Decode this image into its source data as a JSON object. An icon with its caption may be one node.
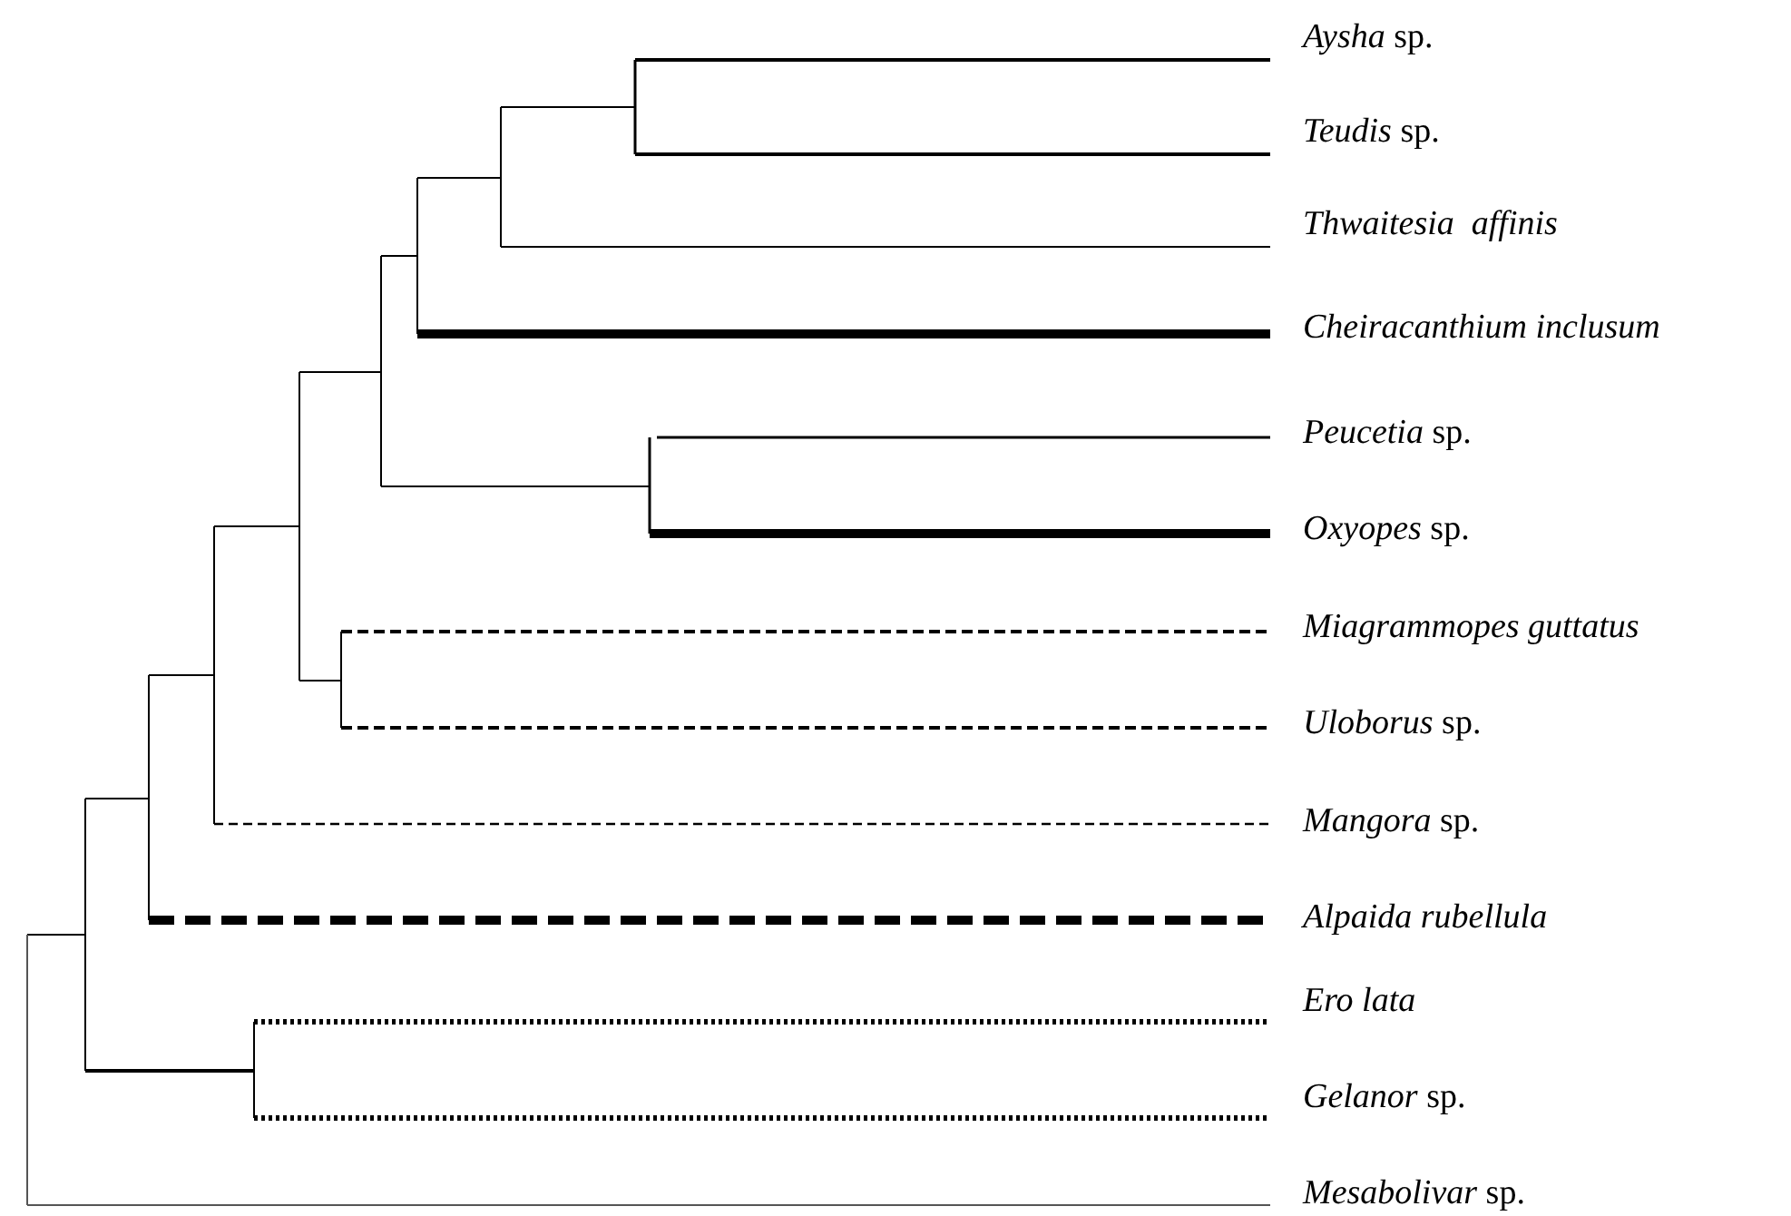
{
  "diagram": {
    "labels": [
      "*Aysha* sp.",
      "*Teudis* sp.",
      "Thwaitesia  affinis",
      "Cheiracanthium inclusum",
      "*Peucetia* sp.",
      "*Oxyopes* sp.",
      "Miagrammopes guttatus",
      "*Uloborus* sp.",
      "*Mangora* sp.",
      "Alpaida rubellula",
      "Ero lata",
      "*Gelanor* sp.",
      "*Mesabolivar* sp."
    ]
  }
}
